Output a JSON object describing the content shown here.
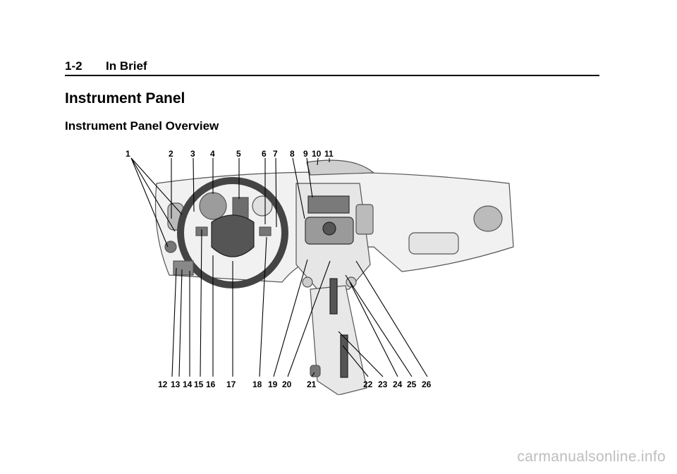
{
  "header": {
    "page_number": "1-2",
    "section": "In Brief"
  },
  "title": "Instrument Panel",
  "section_heading": "Instrument Panel Overview",
  "diagram": {
    "callouts_top": [
      "1",
      "2",
      "3",
      "4",
      "5",
      "6",
      "7",
      "8",
      "9",
      "10",
      "11"
    ],
    "callouts_bottom": [
      "12",
      "13",
      "14",
      "15",
      "16",
      "17",
      "18",
      "19",
      "20",
      "21",
      "22",
      "23",
      "24",
      "25",
      "26"
    ]
  },
  "watermark": "carmanualsonline.info"
}
